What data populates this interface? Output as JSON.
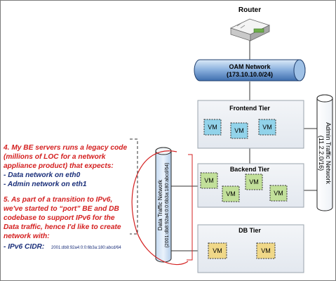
{
  "router": {
    "label": "Router"
  },
  "oam_network": {
    "name": "OAM Network",
    "subnet": "(173.10.10.0/24)"
  },
  "admin_network": {
    "name": "Admin Traffic Network",
    "subnet": "(11.2.2.0/16)"
  },
  "data_network": {
    "name": "Data Traffic Network",
    "subnet": "(2001:db8:92a4:0:0:6b3a:180:abcd/64)"
  },
  "tiers": [
    {
      "name": "Frontend Tier",
      "vm_label": "VM",
      "vm_color": "#92d3ea"
    },
    {
      "name": "Backend Tier",
      "vm_label": "VM",
      "vm_color": "#c2e09a"
    },
    {
      "name": "DB Tier",
      "vm_label": "VM",
      "vm_color": "#f0d888"
    }
  ],
  "notes": {
    "note4": {
      "lines": [
        "4. My BE servers runs a legacy code",
        "(millions of LOC for a network",
        "appliance product) that expects:"
      ],
      "bullets": [
        "- Data network on eth0",
        "- Admin network on eth1"
      ]
    },
    "note5": {
      "lines": [
        "5. As part of a transition to IPv6,",
        "we've started to “port” BE and DB",
        "codebase to support IPv6 for the",
        "Data traffic, hence I'd like to create",
        "network with:"
      ],
      "cidr_label": "- IPv6 CIDR:",
      "cidr_value": "2001:db8:92a4:0:0:6b3a:180:abcd/64"
    }
  },
  "colors": {
    "pipe_fill": "#4f7fbf",
    "pipe_light": "#dceaf8",
    "tier_fill": "#e9edf3",
    "note_red": "#d42020",
    "note_blue": "#1a2f7a"
  }
}
